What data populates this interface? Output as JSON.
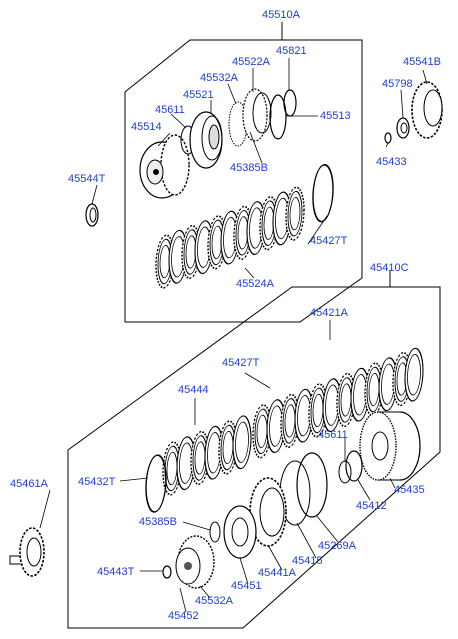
{
  "diagram": {
    "groups": [
      {
        "id": "upper",
        "label": "45510A"
      },
      {
        "id": "lower",
        "label": "45410C"
      }
    ],
    "parts": {
      "p45821": "45821",
      "p45522A_top": "45522A",
      "p45532A_top": "45532A",
      "p45521": "45521",
      "p45611_top": "45611",
      "p45514": "45514",
      "p45513": "45513",
      "p45385B_top": "45385B",
      "p45544T": "45544T",
      "p45427T_top": "45427T",
      "p45524A": "45524A",
      "p45541B": "45541B",
      "p45798": "45798",
      "p45433": "45433",
      "p45421A": "45421A",
      "p45427T_mid": "45427T",
      "p45444": "45444",
      "p45611_low": "45611",
      "p45432T": "45432T",
      "p45412": "45412",
      "p45435": "45435",
      "p45461A": "45461A",
      "p45385B_low": "45385B",
      "p45269A": "45269A",
      "p45415": "45415",
      "p45441A": "45441A",
      "p45443T": "45443T",
      "p45451": "45451",
      "p45532A_low": "45532A",
      "p45452": "45452"
    },
    "colors": {
      "label": "#1f3fd1",
      "line": "#000000"
    }
  }
}
